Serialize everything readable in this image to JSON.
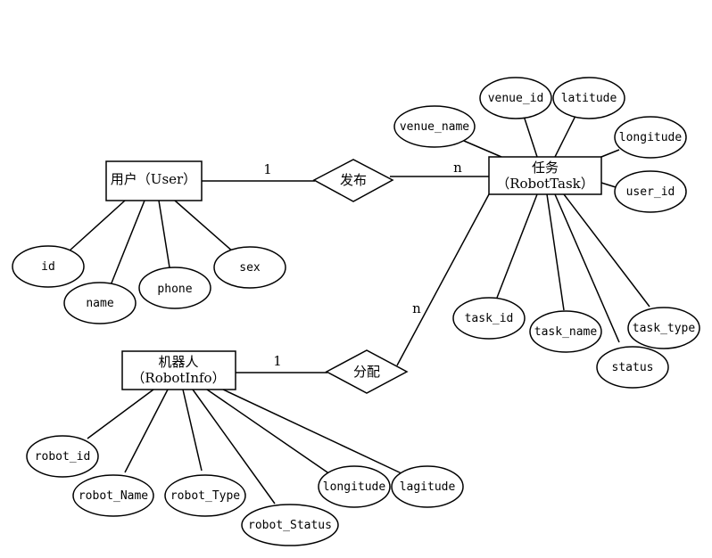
{
  "entities": {
    "user": {
      "label": "用户（User）"
    },
    "task": {
      "line1": "任务",
      "line2": "（RobotTask）"
    },
    "robot": {
      "line1": "机器人",
      "line2": "（RobotInfo）"
    }
  },
  "relationships": {
    "publish": {
      "label": "发布",
      "card_user": "1",
      "card_task": "n"
    },
    "assign": {
      "label": "分配",
      "card_robot": "1",
      "card_task": "n"
    }
  },
  "attributes": {
    "user": [
      "id",
      "name",
      "phone",
      "sex"
    ],
    "task": [
      "venue_name",
      "venue_id",
      "latitude",
      "longitude",
      "user_id",
      "task_id",
      "task_name",
      "status",
      "task_type"
    ],
    "robot": [
      "robot_id",
      "robot_Name",
      "robot_Type",
      "robot_Status",
      "longitude",
      "lagitude"
    ]
  }
}
